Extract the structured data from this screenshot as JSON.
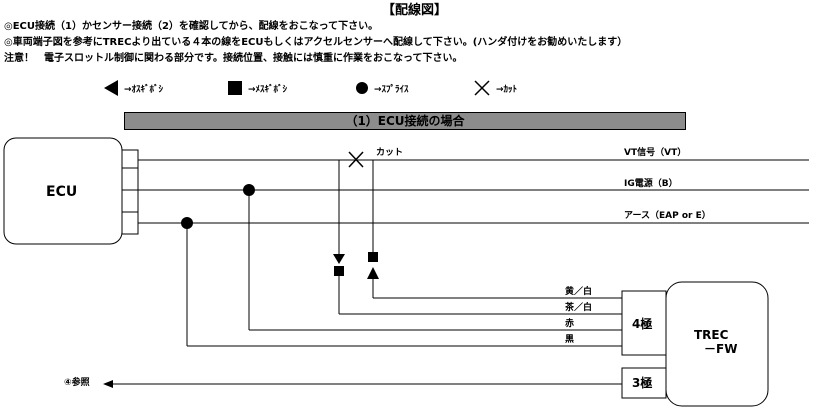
{
  "title": "【配線図】",
  "notes": [
    "◎ECU接続（1）かセンサー接続（2）を確認してから、配線をおこなって下さい。",
    "◎車両端子図を参考にTRECより出ている４本の線をECUもしくはアクセルセンサーへ配線して下さい。(ハンダ付けをお勧めいたします）",
    "注意！　電子スロットル制御に関わる部分です。接続位置、接触には慎重に作業をおこなって下さい。"
  ],
  "legend": {
    "male": "→ｵｽｷﾞﾎﾞｼ",
    "female": "→ﾒｽｷﾞﾎﾞｼ",
    "splice": "→ｽﾌﾟﾗｲｽ",
    "cut": "→ｶｯﾄ"
  },
  "section_title": "（1）ECU接続の場合",
  "ecu_label": "ECU",
  "cut_label": "カット",
  "signals": {
    "vt": "VT信号（VT）",
    "ig": "IG電源（B）",
    "earth": "アース（EAP or E）"
  },
  "wires": {
    "yellow_white": "黄／白",
    "brown_white": "茶／白",
    "red": "赤",
    "black": "黒"
  },
  "connector_4": "4極",
  "connector_3": "3極",
  "trec_line1": "TREC",
  "trec_line2": "－FW",
  "ref_label": "④参照"
}
